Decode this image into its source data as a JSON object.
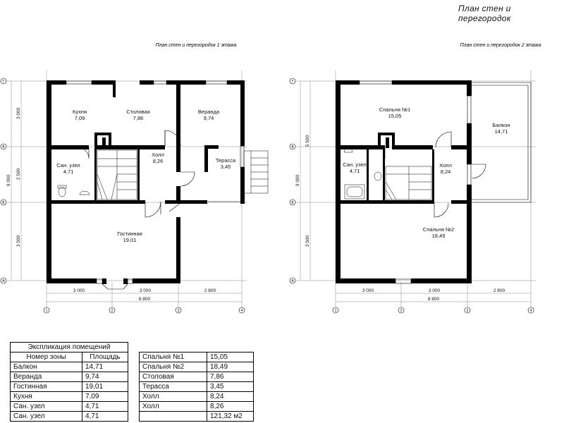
{
  "title": "План стен и перегородок",
  "floor1": {
    "caption": "План стен и перегородок 1 этажа",
    "rooms": [
      {
        "name": "Кухня",
        "area": "7,09"
      },
      {
        "name": "Столовая",
        "area": "7,86"
      },
      {
        "name": "Веранда",
        "area": "9,74"
      },
      {
        "name": "Холл",
        "area": "8,26"
      },
      {
        "name": "Сан. узел",
        "area": "4,71"
      },
      {
        "name": "Терасса",
        "area": "3,45"
      },
      {
        "name": "Гостинная",
        "area": "19,01"
      }
    ],
    "dims_left": [
      "3 000",
      "2 500",
      "9 000",
      "3 500"
    ],
    "dims_bottom": [
      "3 000",
      "3 000",
      "2 800"
    ],
    "total": "8 800"
  },
  "floor2": {
    "caption": "План стен и перегородок 2 этажа",
    "rooms": [
      {
        "name": "Спальня №1",
        "area": "15,05"
      },
      {
        "name": "Балкон",
        "area": "14,71"
      },
      {
        "name": "Сан. узел",
        "area": "4,71"
      },
      {
        "name": "Холл",
        "area": "8,24"
      },
      {
        "name": "Спальня №2",
        "area": "18,49"
      }
    ],
    "dims_left": [
      "5 500",
      "9 000",
      "3 500"
    ],
    "dims_bottom": [
      "3 000",
      "3 000",
      "2 800"
    ],
    "total": "8 800"
  },
  "axes": {
    "letters": [
      "Г",
      "В",
      "Б",
      "А"
    ],
    "numbers": [
      "1",
      "2",
      "3",
      "4"
    ]
  },
  "explication": {
    "title": "Экспликация помещений",
    "col_name": "Номер зоны",
    "col_area": "Площадь",
    "left_rows": [
      {
        "name": "Балкон",
        "area": "14,71"
      },
      {
        "name": "Веранда",
        "area": "9,74"
      },
      {
        "name": "Гостинная",
        "area": "19,01"
      },
      {
        "name": "Кухня",
        "area": "7,09"
      },
      {
        "name": "Сан. узел",
        "area": "4,71"
      },
      {
        "name": "Сан. узел",
        "area": "4,71"
      }
    ],
    "right_rows": [
      {
        "name": "Спальня №1",
        "area": "15,05"
      },
      {
        "name": "Спальня №2",
        "area": "18,49"
      },
      {
        "name": "Столовая",
        "area": "7,86"
      },
      {
        "name": "Терасса",
        "area": "3,45"
      },
      {
        "name": "Холл",
        "area": "8,24"
      },
      {
        "name": "Холл",
        "area": "8,26"
      }
    ],
    "total": "121,32 м2"
  }
}
